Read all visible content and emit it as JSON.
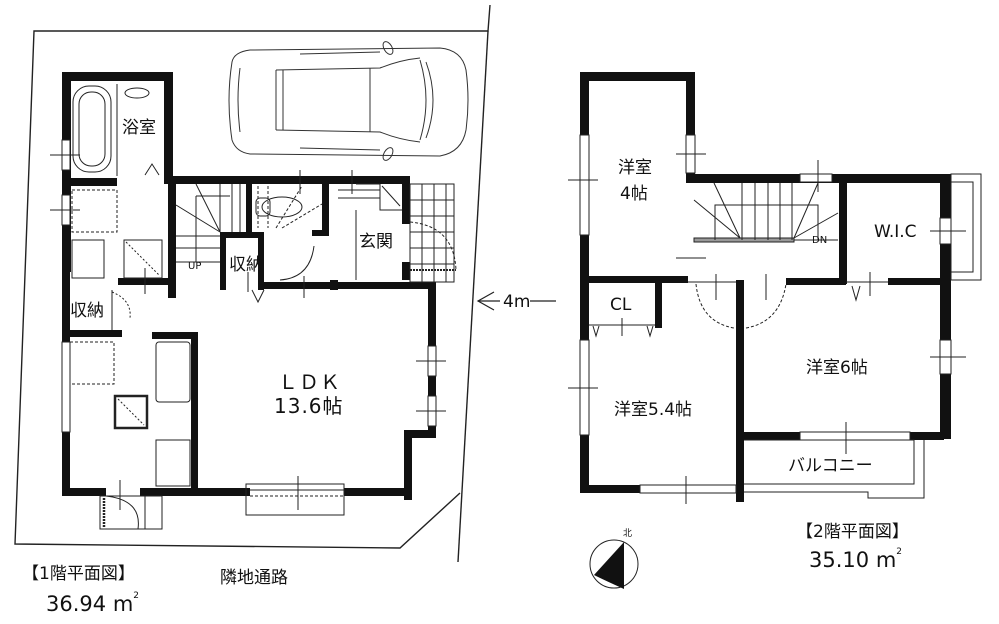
{
  "floor1": {
    "title": "【1階平面図】",
    "area_value": "36.94",
    "area_unit": "m",
    "area_sup": "2",
    "rooms": {
      "bath": "浴室",
      "storage_a": "収納",
      "storage_b": "収納",
      "entrance": "玄関",
      "ldk_name": "ＬＤＫ",
      "ldk_size": "13.6帖",
      "stairs_up": "UP"
    }
  },
  "floor2": {
    "title": "【2階平面図】",
    "area_value": "35.10",
    "area_unit": "m",
    "area_sup": "2",
    "rooms": {
      "western4_name": "洋室",
      "western4_size": "4帖",
      "wic": "W.I.C",
      "closet": "CL",
      "western54": "洋室5.4帖",
      "western6": "洋室6帖",
      "balcony": "バルコニー",
      "stairs_down": "DN"
    }
  },
  "site": {
    "road_width": "4m",
    "neighbor_path": "隣地通路",
    "north_mark": "北"
  },
  "colors": {
    "wall": "#111111",
    "line": "#222222",
    "background": "#ffffff"
  }
}
